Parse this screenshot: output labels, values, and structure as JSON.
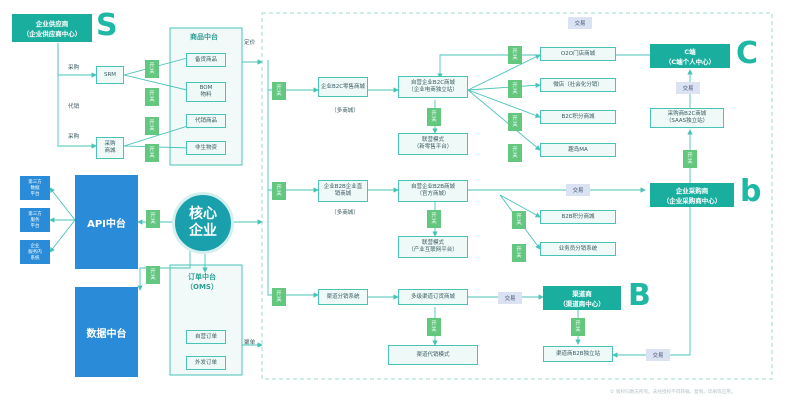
{
  "supplier": {
    "title": "企业供应商\n（企业供应商中心）",
    "letter": "S"
  },
  "srm": "SRM",
  "procure_mall": "采购\n商城",
  "left_labels": {
    "purchase1": "采购",
    "resale": "代销",
    "purchase2": "采购"
  },
  "switch_label": "开\n关",
  "product_center": {
    "title": "商品中台",
    "items": [
      "备货商品",
      "BOM\n物料",
      "代销商品",
      "非生物资"
    ]
  },
  "pricing": "定价",
  "api_center": "API中台",
  "third_party": [
    "第三方\n数据\n平台",
    "第三方\n服务\n平台",
    "企业\n服务内\n系统"
  ],
  "core": "核心\n企业",
  "data_center": "数据中台",
  "order_center": {
    "title": "订单中台\n（OMS）",
    "items": [
      "自营订单",
      "外发订单"
    ]
  },
  "aggregate": "聚单",
  "b2c_row": {
    "main": "企业B2C零售商城",
    "sub": "（多商城）",
    "self": "自营企业B2C商城\n（企业电商独立站）",
    "union": "联营模式\n（新零售平台）"
  },
  "b2c_channels": [
    "O2O门店商城",
    "微店（社会化分销）",
    "B2C积分商城",
    "趣岛MA"
  ],
  "b2b_row": {
    "main": "企业B2B企业直\n销商城",
    "sub": "（多商城）",
    "self": "自营企业B2B商城\n（官方商城）",
    "union": "联营模式\n（产业互联网平台）",
    "channels": [
      "B2B积分商城",
      "业务员分销系统"
    ]
  },
  "channel_row": {
    "main": "渠道分销系统",
    "order": "多级渠道订货商城",
    "resale": "渠道代销模式",
    "b2b_site": "渠道商B2B独立站"
  },
  "trade": "交易",
  "c_end": {
    "title": "C端\n（C端个人中心）",
    "letter": "C",
    "saas": "采购商B2C商城\n（SAAS独立站）"
  },
  "buyer": {
    "title": "企业采购商\n（企业采购商中心）",
    "letter": "b"
  },
  "dealer": {
    "title": "渠道商\n（渠道商中心）",
    "letter": "B"
  },
  "footer": "© 版权归数夫所有。未经授权不得转载、复制。印刷等应用。"
}
